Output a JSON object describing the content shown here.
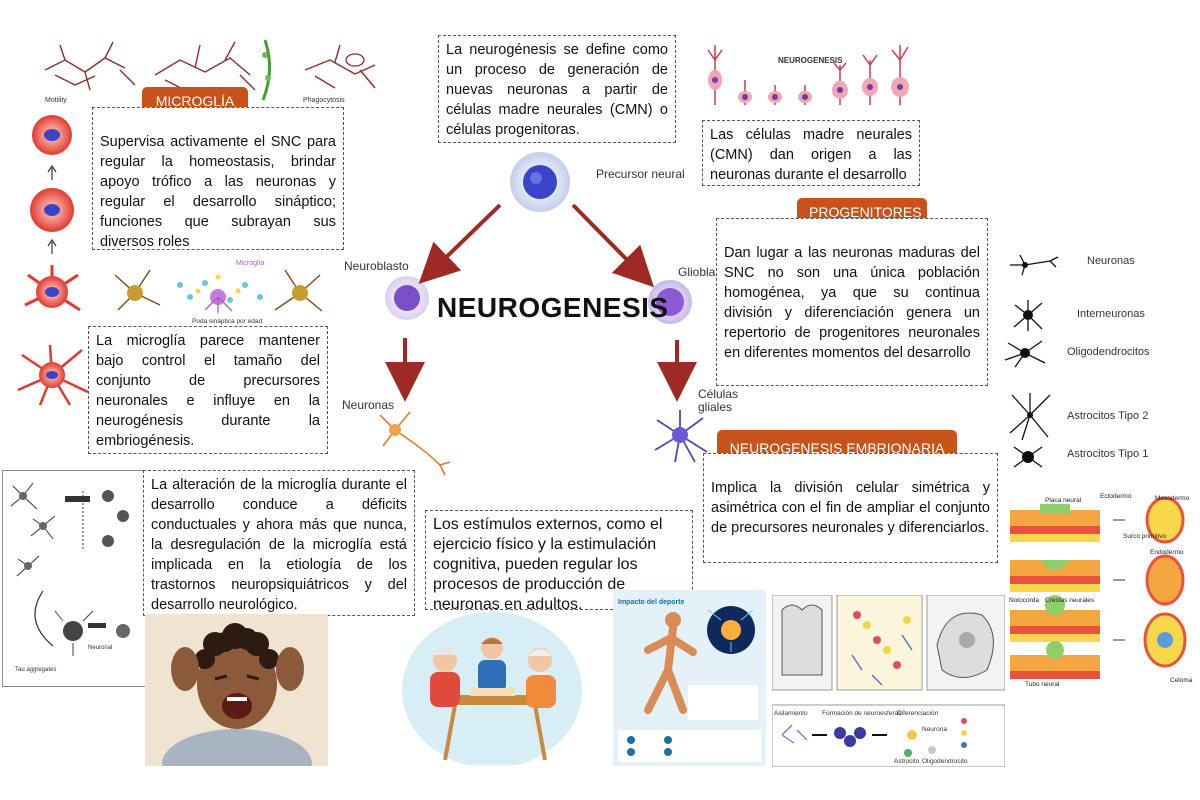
{
  "title": "NEUROGENESIS",
  "cycle": {
    "precursor": "Precursor neural",
    "neuroblast": "Neuroblasto",
    "glioblast": "Glioblasto",
    "neurons": "Neuronas",
    "glial": "Células gliales"
  },
  "tags": {
    "microglia": "MICROGLÍA",
    "progenitors": "PROGENITORES",
    "embryonic": "NEUROGENESIS EMBRIONARIA"
  },
  "notes": {
    "definition": "La neurogénesis se define como un proceso de generación de nuevas neuronas a partir de células madre neurales (CMN) o células progenitoras.",
    "microglia_role": "Supervisa activamente el SNC para regular la homeostasis, brindar apoyo trófico a las neuronas y regular el desarrollo sináptico; funciones que subrayan sus diversos roles",
    "microglia_size": "La microglía parece mantener bajo control el tamaño del conjunto de precursores neuronales e influye en la neurogénesis durante la embriogénesis.",
    "microglia_alteration": "La alteración de la microglía durante el desarrollo conduce a déficits conductuales y ahora más que nunca, la desregulación de la microglía está implicada en la etiología de los trastornos neuropsiquiátricos y del desarrollo neurológico.",
    "stimuli": "Los estímulos externos, como el ejercicio físico y la estimulación cognitiva, pueden regular los procesos de producción de neuronas en adultos.",
    "cmn": "Las células madre neurales (CMN) dan origen a las neuronas durante el desarrollo",
    "progenitors": "Dan lugar a las neuronas maduras del SNC no son una única población homogénea, ya que su continua división y diferenciación genera un repertorio de progenitores neuronales en diferentes momentos del desarrollo",
    "embryonic": "Implica la división celular simétrica y asimétrica con el fin de ampliar el conjunto de precursores neuronales y diferenciarlos."
  },
  "figure_labels": {
    "neurogenesis_strip_title": "NEUROGENESIS",
    "cell_types": [
      "Neuronas",
      "Interneuronas",
      "Oligodendrocitos",
      "Astrocitos Tipo 2",
      "Astrocitos Tipo 1"
    ],
    "microglia_panel": "Microglía",
    "synaptic_pruning": "Poda sináptica por edad",
    "sport_impact": "Impacto del deporte",
    "embryo_labels": [
      "Placa neural",
      "Ectodermo",
      "Mesodermo",
      "Surco primitivo",
      "Endodermo",
      "Notocorda",
      "Crestas neurales",
      "Tubo neural",
      "Celoma"
    ],
    "process_labels": [
      "Aislamiento",
      "Formación de neuroesferas",
      "Diferenciación",
      "Neurona",
      "Astrocito",
      "Oligodendrocito"
    ]
  },
  "colors": {
    "accent": "#c5531a",
    "arrow": "#9e2a24",
    "cell_blue": "#3b44c8",
    "cell_red": "#e03a2f",
    "cell_purple": "#7b4dc9"
  }
}
